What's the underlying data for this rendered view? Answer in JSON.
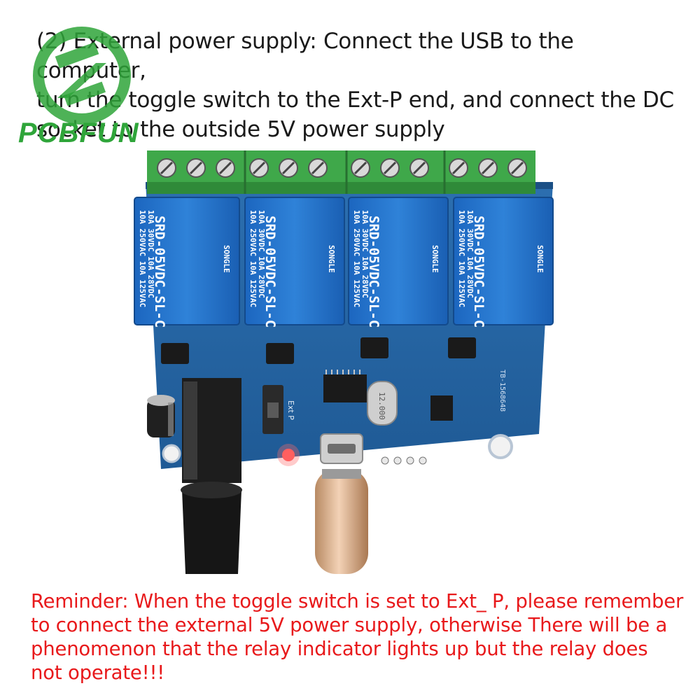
{
  "heading": {
    "lines": [
      "(2) External power supply: Connect the USB to the computer,",
      "turn the toggle switch to the Ext-P end, and connect the DC",
      "socket to the outside 5V power supply"
    ]
  },
  "brand": {
    "name": "PCBFUN",
    "color": "#2fa53a"
  },
  "relays": [
    {
      "model": "SRD-05VDC-SL-C",
      "rating_ac": "10A 250VAC 10A 125VAC",
      "rating_dc": "10A 30VDC 10A 28VDC",
      "maker": "SONGLE"
    },
    {
      "model": "SRD-05VDC-SL-C",
      "rating_ac": "10A 250VAC 10A 125VAC",
      "rating_dc": "10A 30VDC 10A 28VDC",
      "maker": "SONGLE"
    },
    {
      "model": "SRD-05VDC-SL-C",
      "rating_ac": "10A 250VAC 10A 125VAC",
      "rating_dc": "10A 30VDC 10A 28VDC",
      "maker": "SONGLE"
    },
    {
      "model": "SRD-05VDC-SL-C",
      "rating_ac": "10A 250VAC 10A 125VAC",
      "rating_dc": "10A 30VDC 10A 28VDC",
      "maker": "SONGLE"
    }
  ],
  "board_labels": {
    "switch": "Ext P",
    "crystal": "12.000",
    "board_code": "TB-1568648"
  },
  "reminder": {
    "lines": [
      "Reminder: When the toggle switch is set to Ext_ P, please remember",
      "to connect the external 5V power supply, otherwise There will be a",
      "phenomenon that the relay indicator lights up but the relay does",
      "not operate!!!"
    ],
    "color": "#e8191b"
  }
}
